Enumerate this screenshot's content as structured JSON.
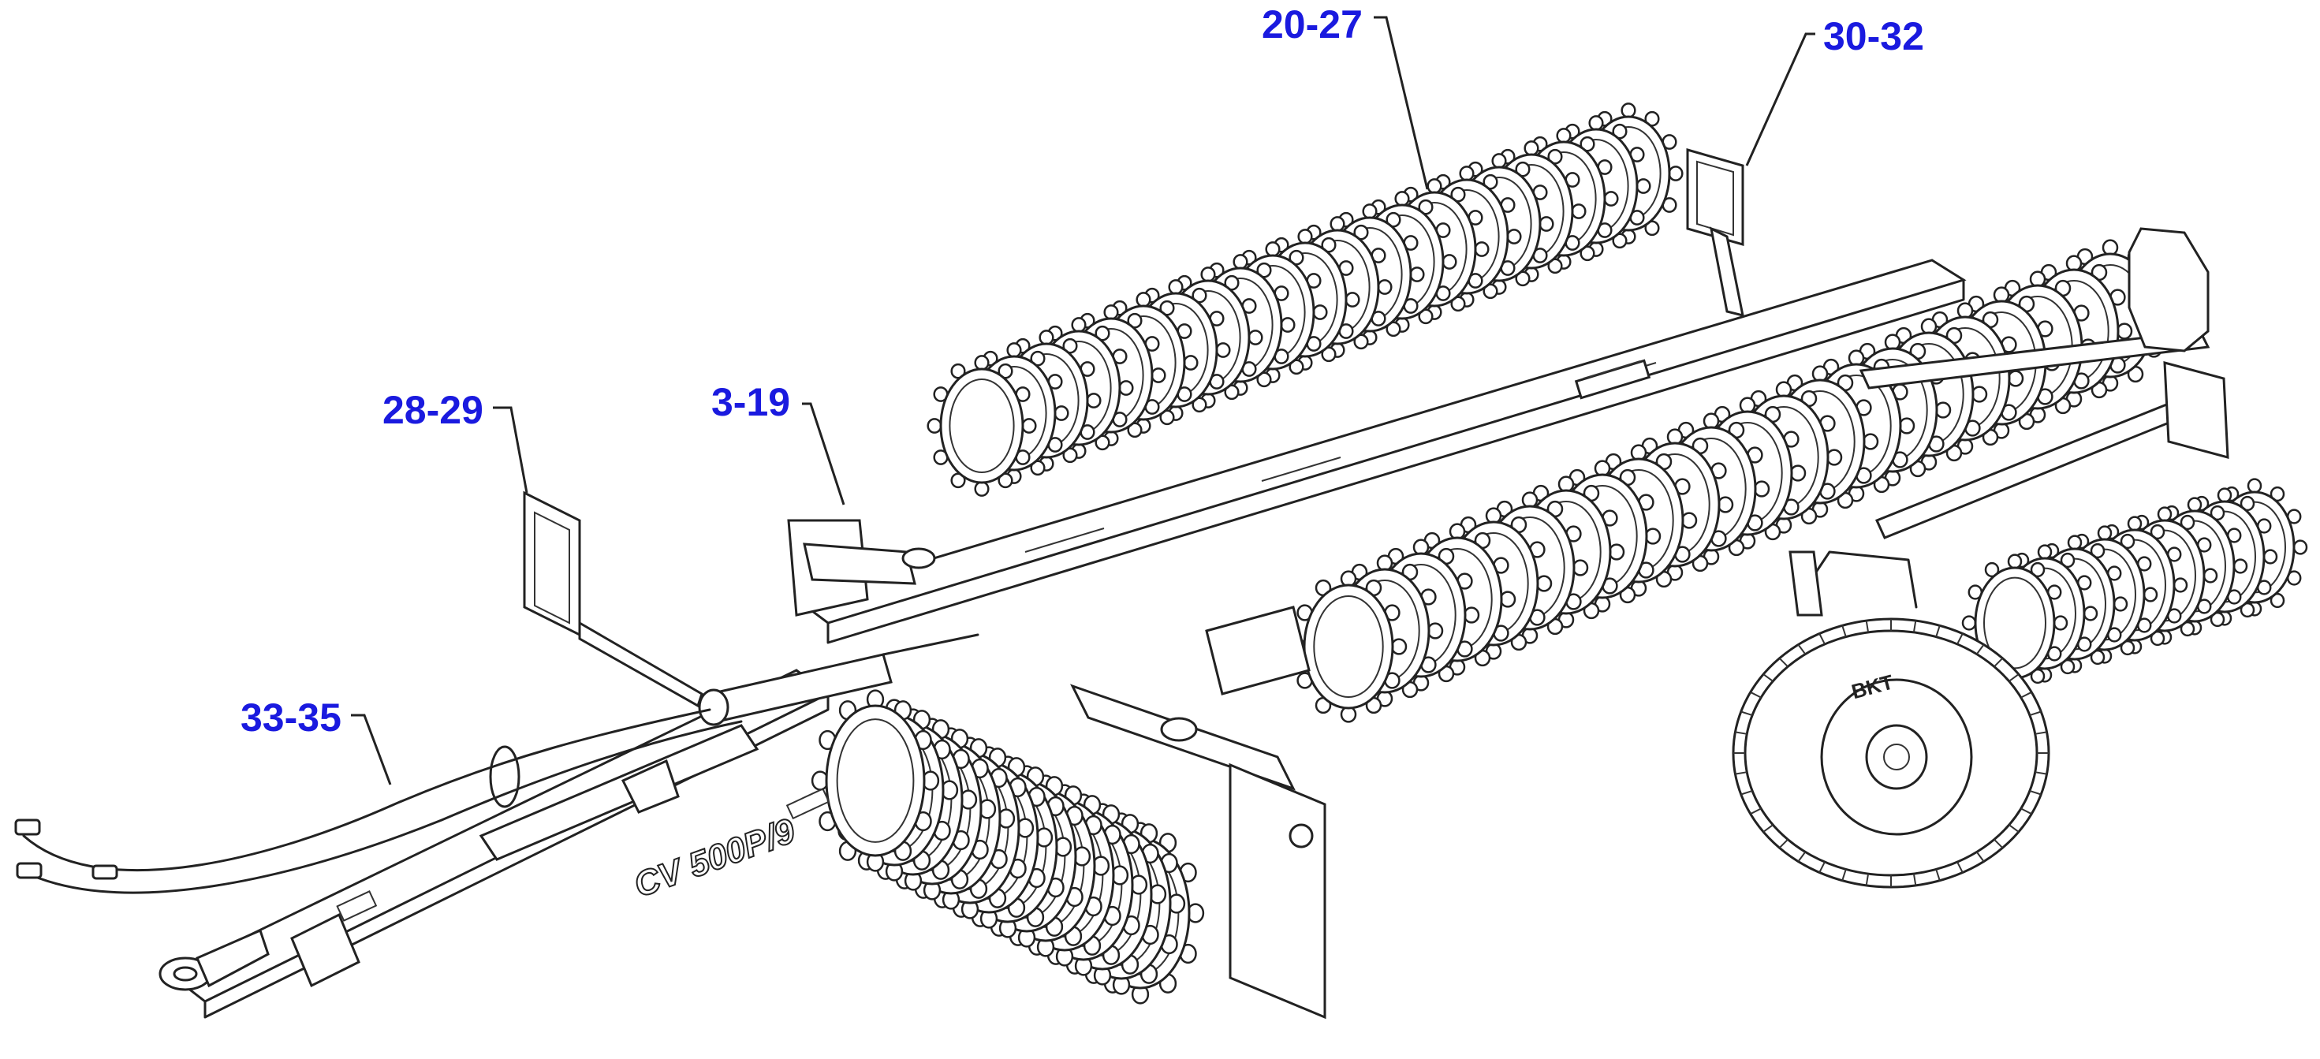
{
  "diagram": {
    "accent_color": "#1a1adf",
    "ink_color": "#222222",
    "model_marking": "CV 500P/9",
    "tyre_marking": "BKT",
    "callouts": [
      {
        "id": "callout-20-27",
        "label": "20-27"
      },
      {
        "id": "callout-30-32",
        "label": "30-32"
      },
      {
        "id": "callout-28-29",
        "label": "28-29"
      },
      {
        "id": "callout-3-19",
        "label": "3-19"
      },
      {
        "id": "callout-33-35",
        "label": "33-35"
      }
    ]
  }
}
